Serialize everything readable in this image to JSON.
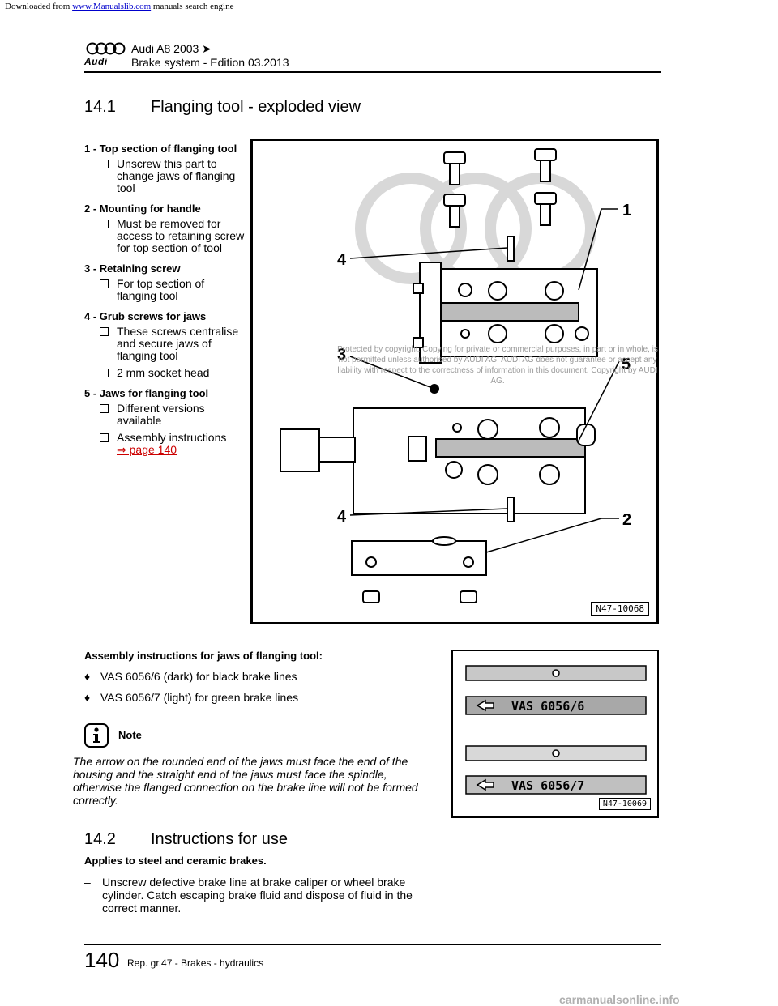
{
  "download_note": {
    "prefix": "Downloaded from",
    "link": "www.Manualslib.com",
    "suffix": "manuals search engine"
  },
  "header": {
    "model": "Audi A8 2003 ➤",
    "brand_word": "Audi",
    "edition": "Brake system - Edition 03.2013"
  },
  "section1": {
    "number": "14.1",
    "title": "Flanging tool - exploded view"
  },
  "parts": [
    {
      "title": "1 - Top section of flanging tool",
      "bullets": [
        "Unscrew this part to change jaws of flanging tool"
      ]
    },
    {
      "title": "2 - Mounting for handle",
      "bullets": [
        "Must be removed for access to retaining screw for top section of tool"
      ]
    },
    {
      "title": "3 - Retaining screw",
      "bullets": [
        "For top section of flanging tool"
      ]
    },
    {
      "title": "4 - Grub screws for jaws",
      "bullets": [
        "These screws centralise and secure jaws of flanging tool",
        "2 mm socket head"
      ]
    },
    {
      "title": "5 - Jaws for flanging tool",
      "bullets": [
        "Different versions available",
        "Assembly instructions"
      ],
      "link": "⇒ page 140"
    }
  ],
  "figure1": {
    "id": "N47-10068",
    "callouts": [
      "1",
      "4",
      "3",
      "5",
      "4",
      "2"
    ],
    "watermark": "Protected by copyright. Copying for private or commercial purposes, in part or in whole, is not permitted unless authorised by AUDI AG. AUDI AG does not guarantee or accept any liability with respect to the correctness of information in this document. Copyright by AUDI AG."
  },
  "assembly": {
    "heading": "Assembly instructions for jaws of flanging tool:",
    "items": [
      "VAS 6056/6 (dark) for black brake lines",
      "VAS 6056/7 (light) for green brake lines"
    ],
    "diamond": "♦"
  },
  "note": {
    "icon": "info-icon",
    "label": "Note",
    "text": "The arrow on the rounded end of the jaws must face the end of the housing and the straight end of the jaws must face the spindle, otherwise the flanged connection on the brake line will not be formed correctly."
  },
  "figure2": {
    "id": "N47-10069",
    "labels": [
      "VAS 6056/6",
      "VAS 6056/7"
    ]
  },
  "section2": {
    "number": "14.2",
    "title": "Instructions for use",
    "applies": "Applies to steel and ceramic brakes.",
    "step_dash": "–",
    "step": "Unscrew defective brake line at brake caliper or wheel brake cylinder. Catch escaping brake fluid and dispose of fluid in the correct manner."
  },
  "footer": {
    "page": "140",
    "rep": "Rep. gr.47 - Brakes - hydraulics",
    "brand": "carmanualsonline.info"
  }
}
